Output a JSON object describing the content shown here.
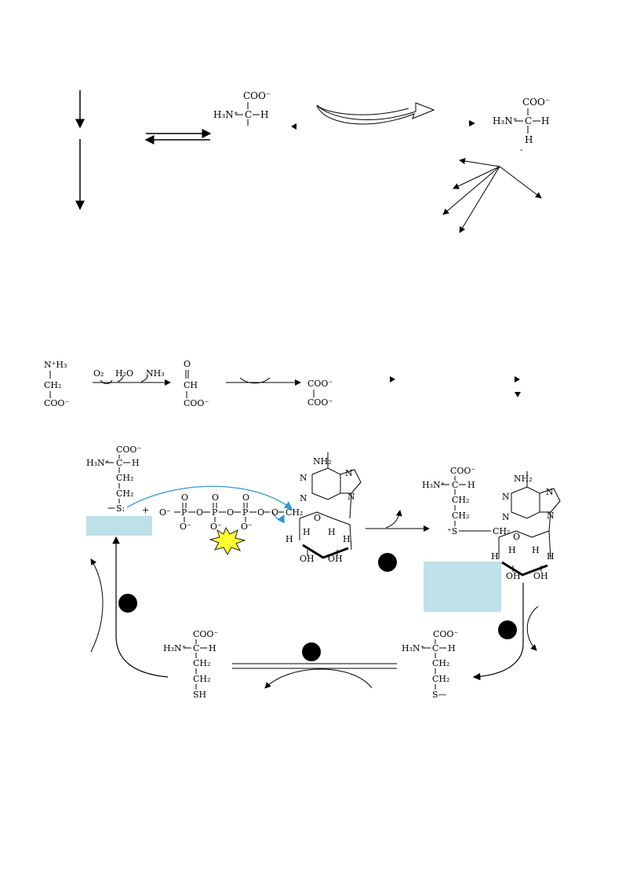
{
  "colors": {
    "highlight_box": "#bfe0e8",
    "blue_arrow": "#3399cc",
    "energy_burst": "#ffff33",
    "burst_outline": "#222222"
  },
  "icons": [
    "energy-burst-icon",
    "step-marker-circle"
  ],
  "fragments": {
    "coo_minus": "COO⁻",
    "h3n_plus": "H₃N⁺",
    "h3n": "H₃N",
    "c": "C",
    "h": "H",
    "nh3_plus": "N⁺H₃",
    "nh3": "NH₃",
    "ch2": "CH₂",
    "ch": "CH",
    "o": "O",
    "o2": "O₂",
    "h2o": "H₂O",
    "s_colon": "S:",
    "s_plus": "⁺S",
    "s_dash": "S—",
    "sh": "SH",
    "oh": "OH",
    "nh2": "NH₂",
    "n": "N",
    "p": "P",
    "o_minus": "O⁻",
    "minus": "-",
    "plus": "+",
    "ch2_label": "CH₂"
  }
}
